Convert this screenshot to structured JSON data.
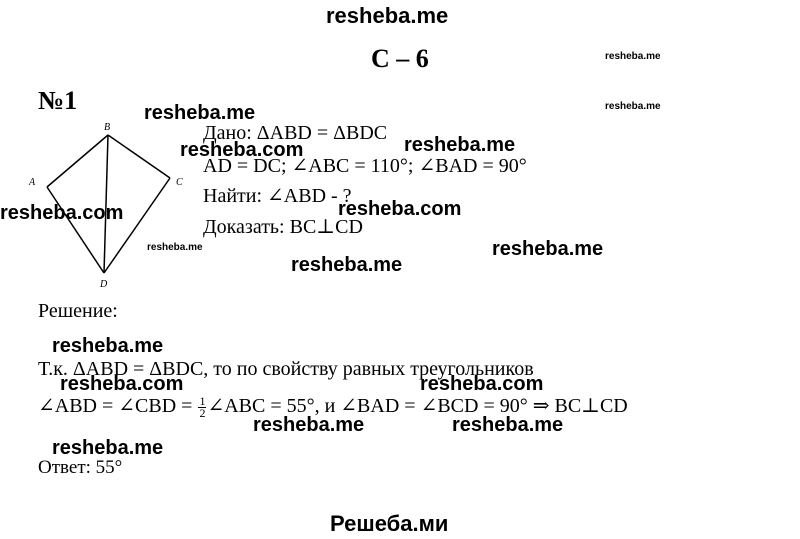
{
  "watermarks": {
    "top": "resheba.me",
    "bottom": "Решеба.ми",
    "me": "resheba.me",
    "com": "resheba.com"
  },
  "header": {
    "title": "С – 6",
    "problem_number": "№1"
  },
  "figure": {
    "labels": {
      "a": "A",
      "b": "B",
      "c": "C",
      "d": "D"
    }
  },
  "given": {
    "line1": "Дано: ΔABD = ΔBDC",
    "line2": "AD = DC; ∠ABC = 110°; ∠BAD = 90°",
    "line3": "Найти: ∠ABD - ?",
    "line4": "Доказать: BC⊥CD"
  },
  "solution": {
    "heading": "Решение:",
    "line1": "Т.к. ΔABD = ΔBDC, то по свойству равных треугольников",
    "line2_before": "∠ABD = ∠CBD =",
    "frac_num": "1",
    "frac_den": "2",
    "line2_after": "∠ABC = 55°, и ∠BAD = ∠BCD = 90° ⇒ BC⊥CD",
    "answer": "Ответ: 55°"
  }
}
